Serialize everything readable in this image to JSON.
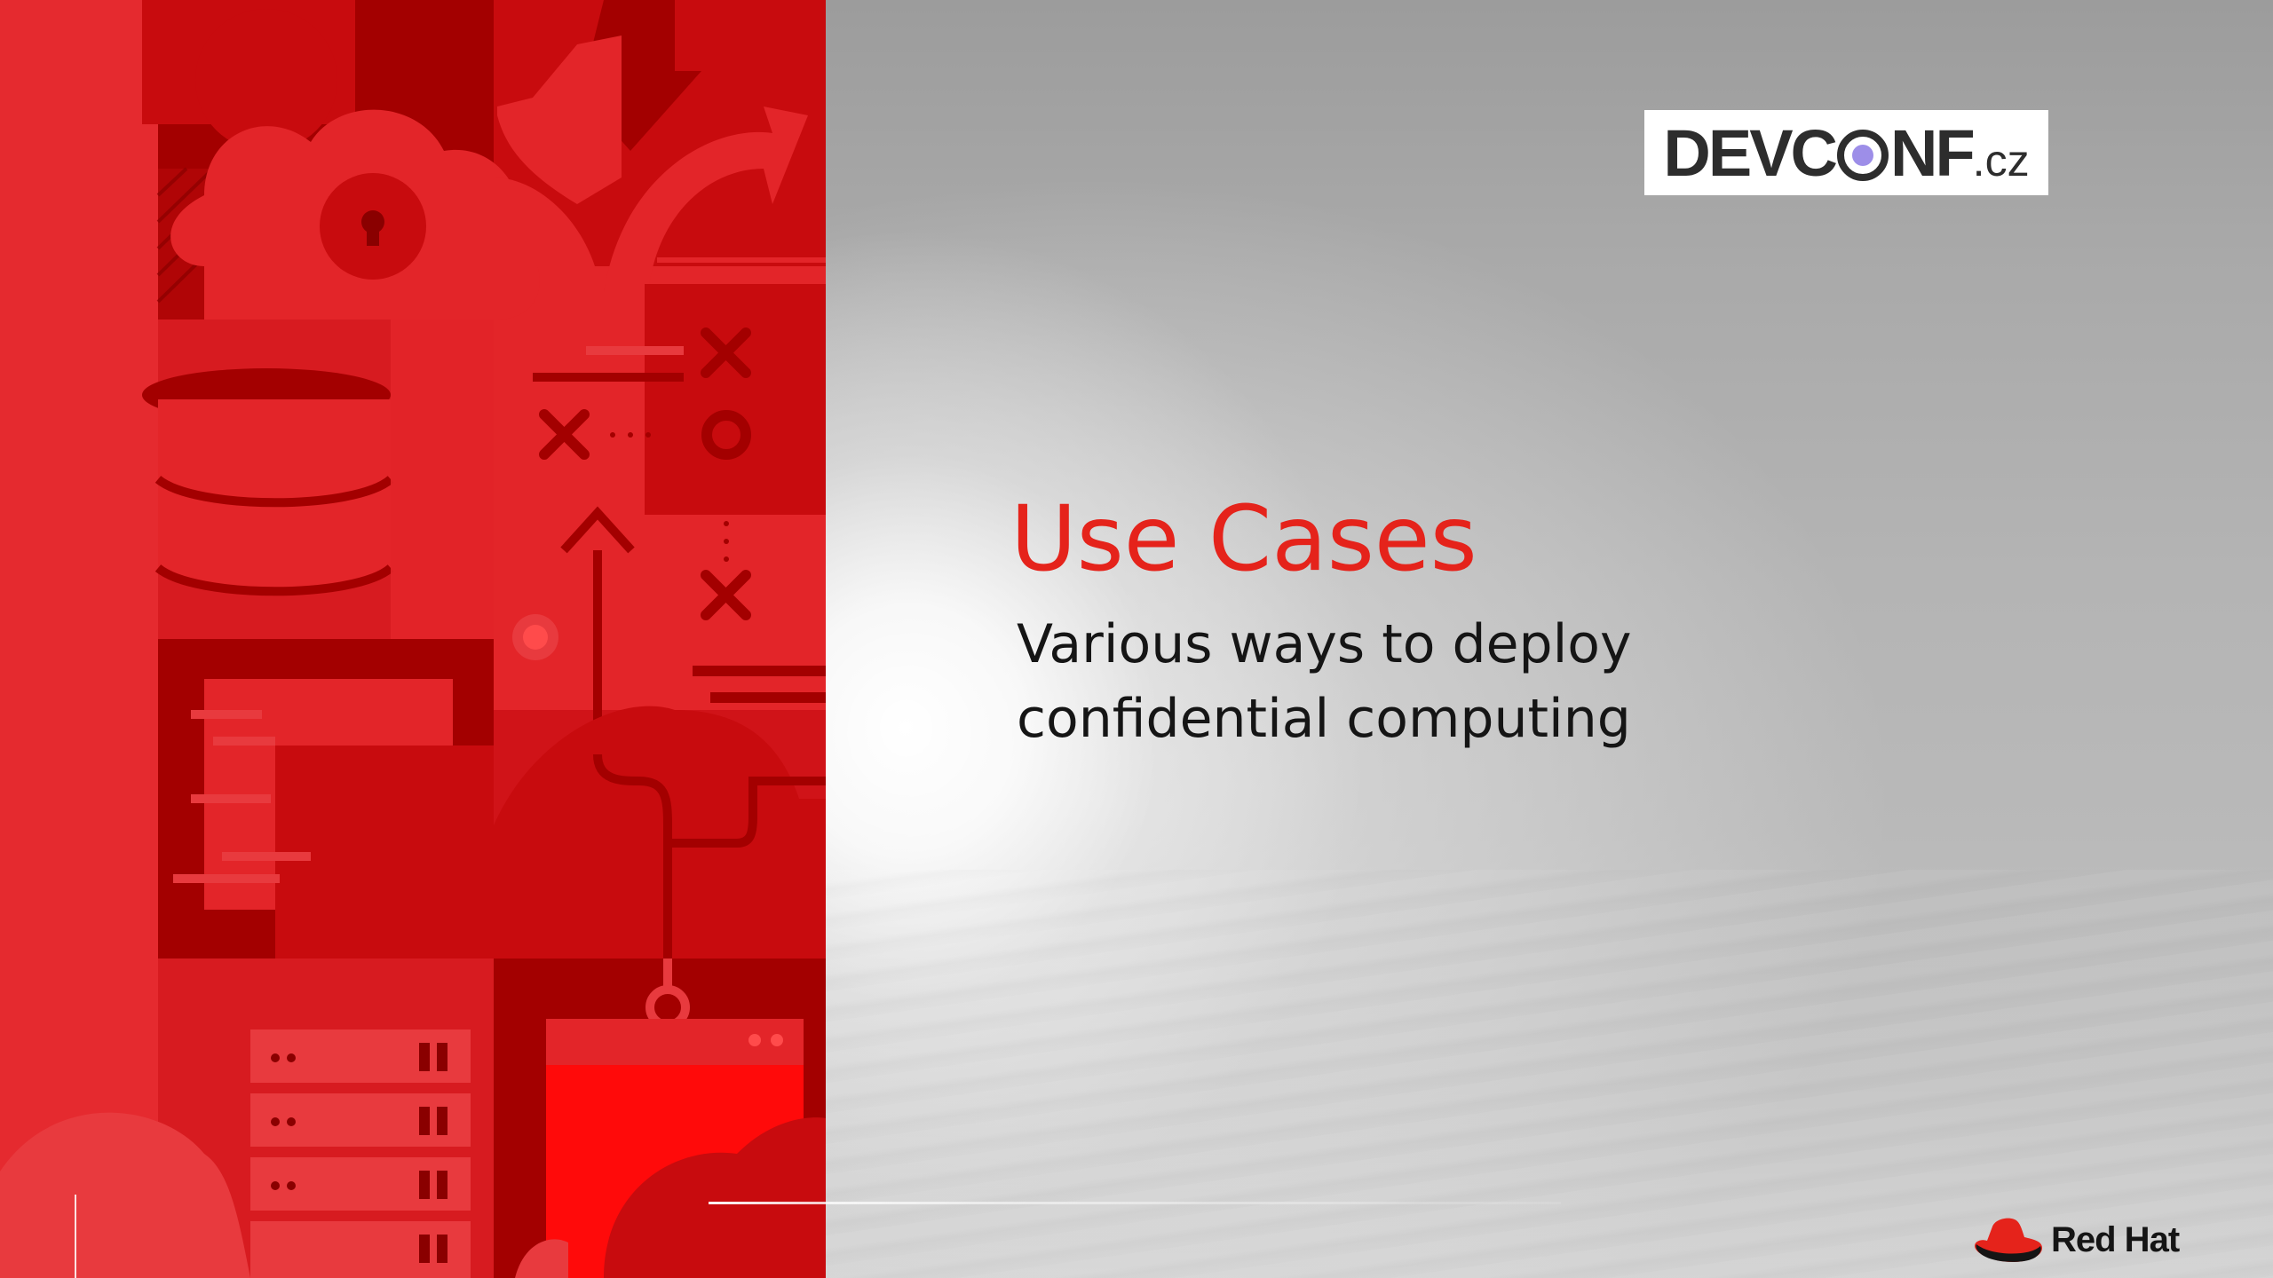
{
  "slide": {
    "title": "Use Cases",
    "subtitle_lines": [
      "Various ways to deploy",
      "confidential computing"
    ]
  },
  "logos": {
    "devconf": {
      "part1": "DEVC",
      "part2": "NF",
      "suffix": ".cz"
    },
    "redhat": {
      "label": "Red Hat"
    }
  },
  "colors": {
    "accent_red": "#e5231b",
    "art_red": "#e32529",
    "art_dark_red": "#a30000",
    "text_dark": "#151515"
  },
  "icons": [
    "cloud-lock-icon",
    "database-icon",
    "server-rack-icon",
    "arrows-icon",
    "red-hat-fedora-icon"
  ]
}
